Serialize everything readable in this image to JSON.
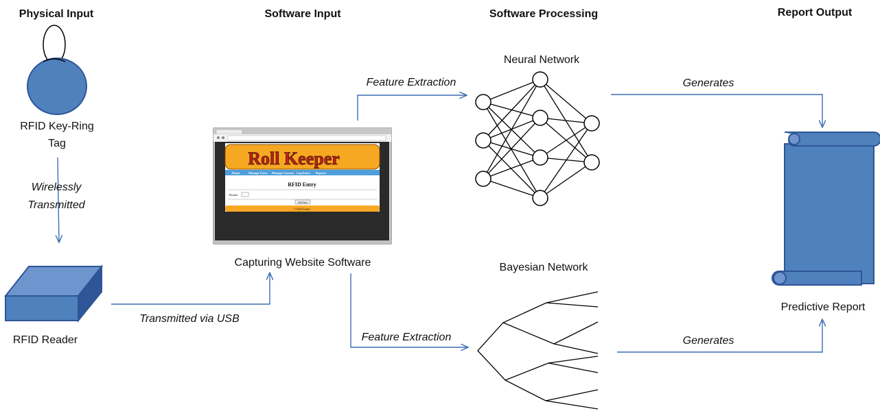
{
  "columns": {
    "physical_input": "Physical Input",
    "software_input": "Software Input",
    "software_processing": "Software Processing",
    "report_output": "Report Output"
  },
  "nodes": {
    "rfid_tag": [
      "RFID Key-Ring",
      "Tag"
    ],
    "rfid_reader": "RFID Reader",
    "website": "Capturing Website Software",
    "neural_network": "Neural Network",
    "bayesian_network": "Bayesian Network",
    "report": "Predictive Report"
  },
  "edges": {
    "wireless": [
      "Wirelessly",
      "Transmitted"
    ],
    "usb": "Transmitted via USB",
    "feature_top": "Feature Extraction",
    "feature_bottom": "Feature Extraction",
    "generates_top": "Generates",
    "generates_bottom": "Generates"
  },
  "website_screenshot": {
    "logo": "Roll Keeper",
    "nav": [
      "Home",
      "Manage Users",
      "Manage Courses",
      "Log Entry",
      "Reports"
    ],
    "heading": "RFID Entry",
    "field_label": "Reader",
    "button": "Add Entry",
    "footer": "© Roll Keeper"
  },
  "colors": {
    "accent_blue": "#4f81bd",
    "dark_blue": "#2f5597",
    "arrow_blue": "#3a6db0",
    "logo_orange": "#f7a823"
  }
}
